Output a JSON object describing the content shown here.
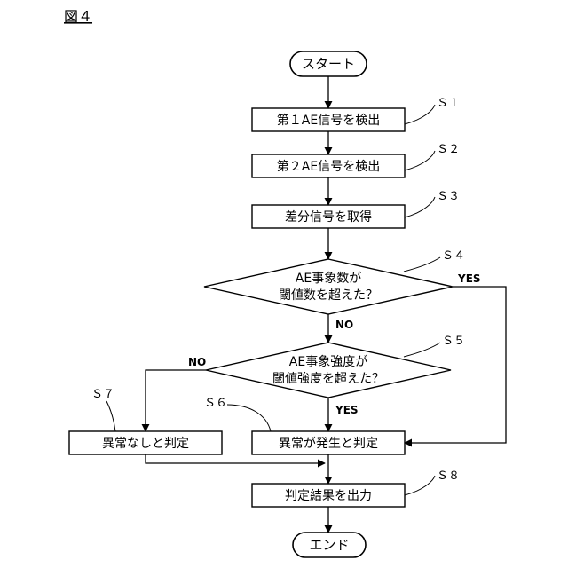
{
  "figure_title": "図４",
  "start": "スタート",
  "end": "エンド",
  "steps": {
    "s1": {
      "tag": "Ｓ１",
      "label": "第１AE信号を検出"
    },
    "s2": {
      "tag": "Ｓ２",
      "label": "第２AE信号を検出"
    },
    "s3": {
      "tag": "Ｓ３",
      "label": "差分信号を取得"
    },
    "s4": {
      "tag": "Ｓ４",
      "line1": "AE事象数が",
      "line2": "閾値数を超えた？"
    },
    "s5": {
      "tag": "Ｓ５",
      "line1": "AE事象強度が",
      "line2": "閾値強度を超えた？"
    },
    "s6": {
      "tag": "Ｓ６",
      "label": "異常が発生と判定"
    },
    "s7": {
      "tag": "Ｓ７",
      "label": "異常なしと判定"
    },
    "s8": {
      "tag": "Ｓ８",
      "label": "判定結果を出力"
    }
  },
  "branches": {
    "s4_yes": "YES",
    "s4_no": "NO",
    "s5_yes": "YES",
    "s5_no": "NO"
  }
}
